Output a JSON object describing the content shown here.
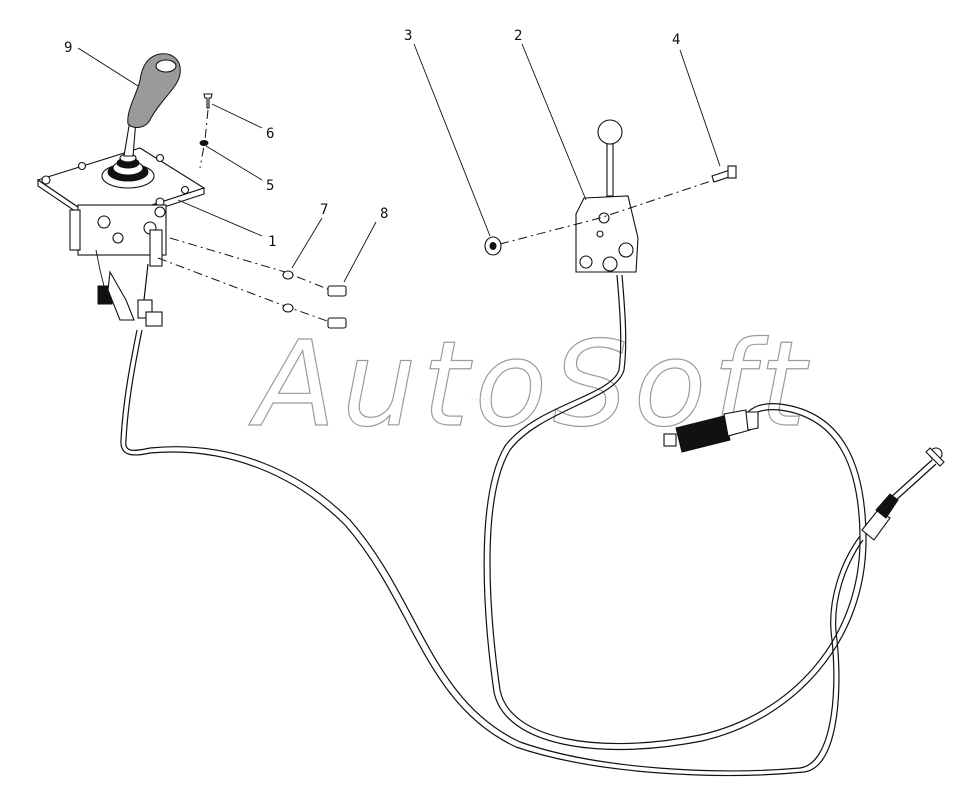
{
  "diagram": {
    "callouts": [
      {
        "id": "callout-1",
        "text": "1"
      },
      {
        "id": "callout-2",
        "text": "2"
      },
      {
        "id": "callout-3",
        "text": "3"
      },
      {
        "id": "callout-4",
        "text": "4"
      },
      {
        "id": "callout-5",
        "text": "5"
      },
      {
        "id": "callout-6",
        "text": "6"
      },
      {
        "id": "callout-7",
        "text": "7"
      },
      {
        "id": "callout-8",
        "text": "8"
      },
      {
        "id": "callout-9",
        "text": "9"
      }
    ],
    "watermark": {
      "text": "AutoSoft",
      "color": "#9c9c9c"
    },
    "line_color": "#111111",
    "background": "#ffffff"
  }
}
